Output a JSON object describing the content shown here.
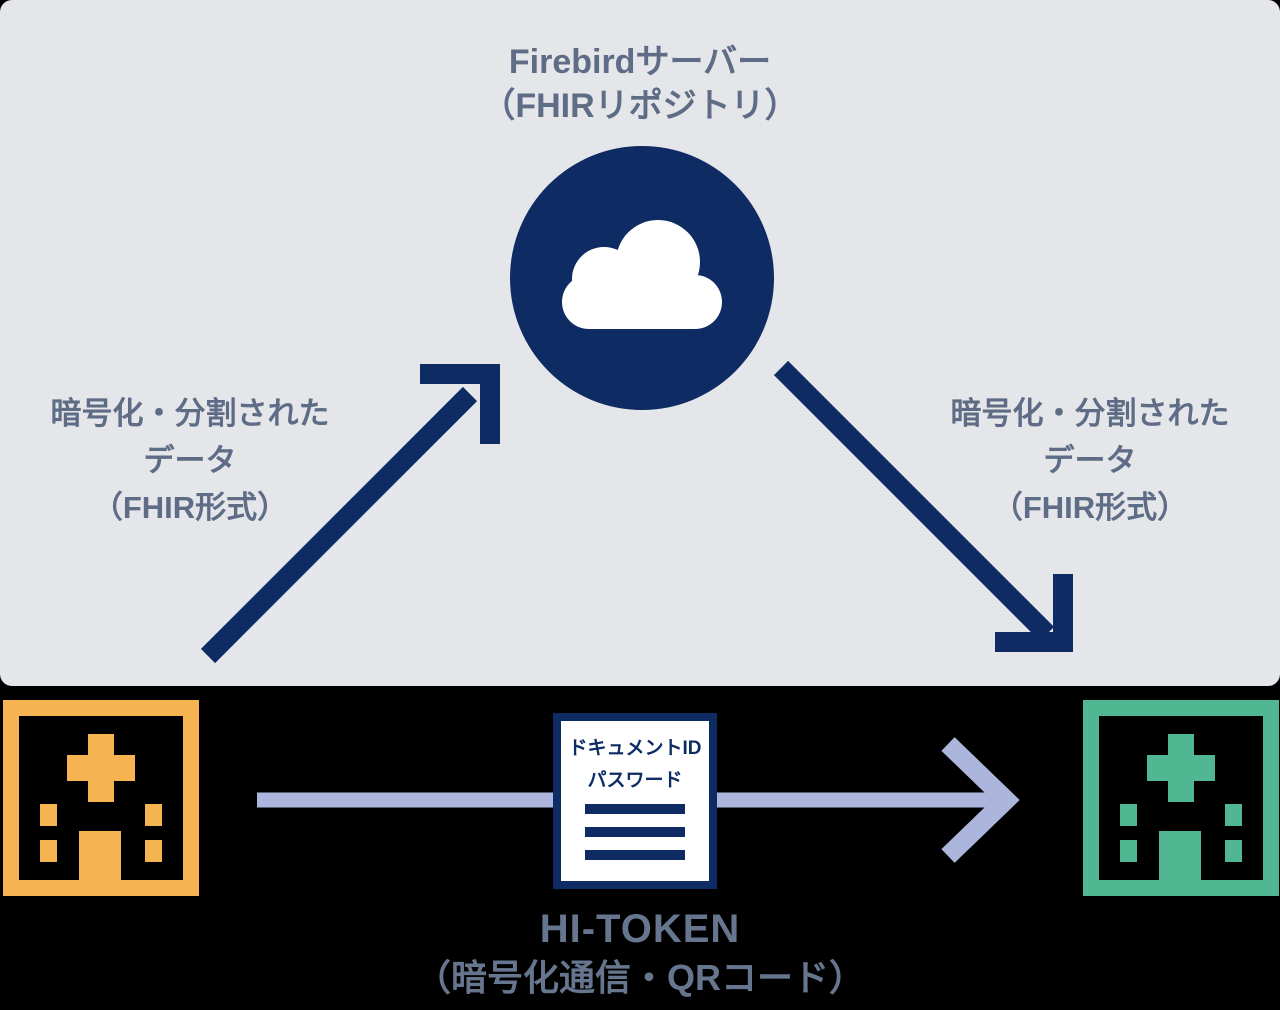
{
  "colors": {
    "page_bg": "#000000",
    "panel_bg": "#e5e6ea",
    "navy": "#0e2b63",
    "panel_text": "#5e6d85",
    "bottom_text": "#67768f",
    "orange": "#f6b352",
    "green": "#51b793",
    "lavender": "#acb6dd"
  },
  "server": {
    "name": "Firebirdサーバー",
    "subtitle": "（FHIRリポジトリ）"
  },
  "upload_label": {
    "line1": "暗号化・分割された",
    "line2": "データ",
    "line3": "（FHIR形式）"
  },
  "download_label": {
    "line1": "暗号化・分割された",
    "line2": "データ",
    "line3": "（FHIR形式）"
  },
  "token_card": {
    "line1": "ドキュメントID",
    "line2": "パスワード"
  },
  "token_label": {
    "line1": "HI-TOKEN",
    "line2": "（暗号化通信・QRコード）"
  },
  "icons": {
    "server_badge": "cloud-icon",
    "hospital_a": "hospital-building-icon",
    "hospital_b": "hospital-building-icon",
    "upload_arrow": "arrow-up-right-icon",
    "download_arrow": "arrow-down-right-icon",
    "token_arrow": "arrow-right-icon"
  }
}
